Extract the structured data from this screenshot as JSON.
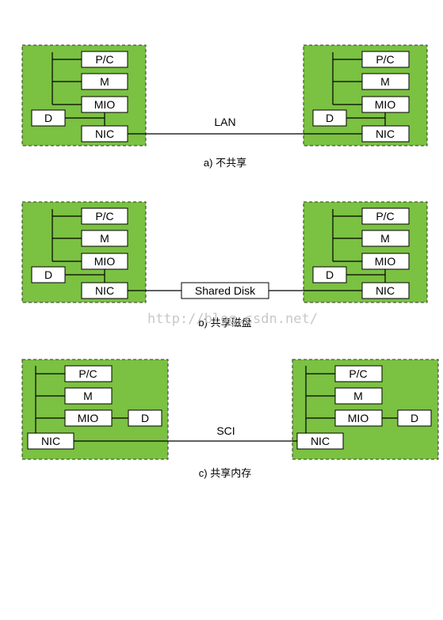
{
  "labels": {
    "pc": "P/C",
    "m": "M",
    "mio": "MIO",
    "d": "D",
    "nic": "NIC"
  },
  "diagram_a": {
    "link": "LAN",
    "caption": "a) 不共享"
  },
  "diagram_b": {
    "link": "Shared Disk",
    "caption": "b) 共享磁盘"
  },
  "diagram_c": {
    "link": "SCI",
    "caption": "c) 共享内存"
  },
  "watermark": "http://blog.csdn.net/",
  "colors": {
    "node_fill": "#7bc142",
    "box_fill": "#ffffff",
    "line": "#000000"
  }
}
